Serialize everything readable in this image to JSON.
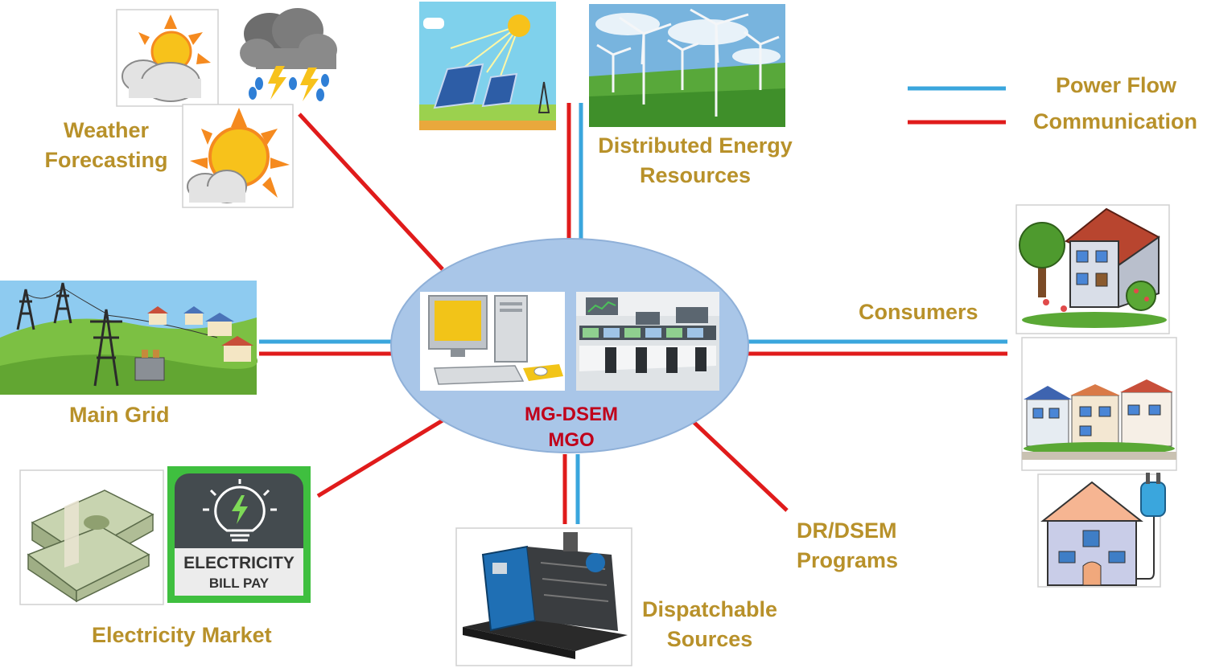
{
  "legend": {
    "power_flow": "Power Flow",
    "communication": "Communication",
    "power_flow_color": "#3aa6dd",
    "communication_color": "#e01b1b"
  },
  "center": {
    "line1": "MG-DSEM",
    "line2": "MGO"
  },
  "nodes": {
    "weather": [
      "Weather",
      "Forecasting"
    ],
    "der": [
      "Distributed Energy",
      "Resources"
    ],
    "consumers": "Consumers",
    "main_grid": "Main Grid",
    "market": "Electricity Market",
    "dispatchable": [
      "Dispatchable",
      "Sources"
    ],
    "dr": [
      "DR/DSEM",
      "Programs"
    ]
  },
  "market_app": {
    "line1": "ELECTRICITY",
    "line2": "BILL PAY"
  },
  "colors": {
    "label": "#b8912a",
    "center_label": "#c0001a",
    "ellipse": "#a9c6e8"
  }
}
